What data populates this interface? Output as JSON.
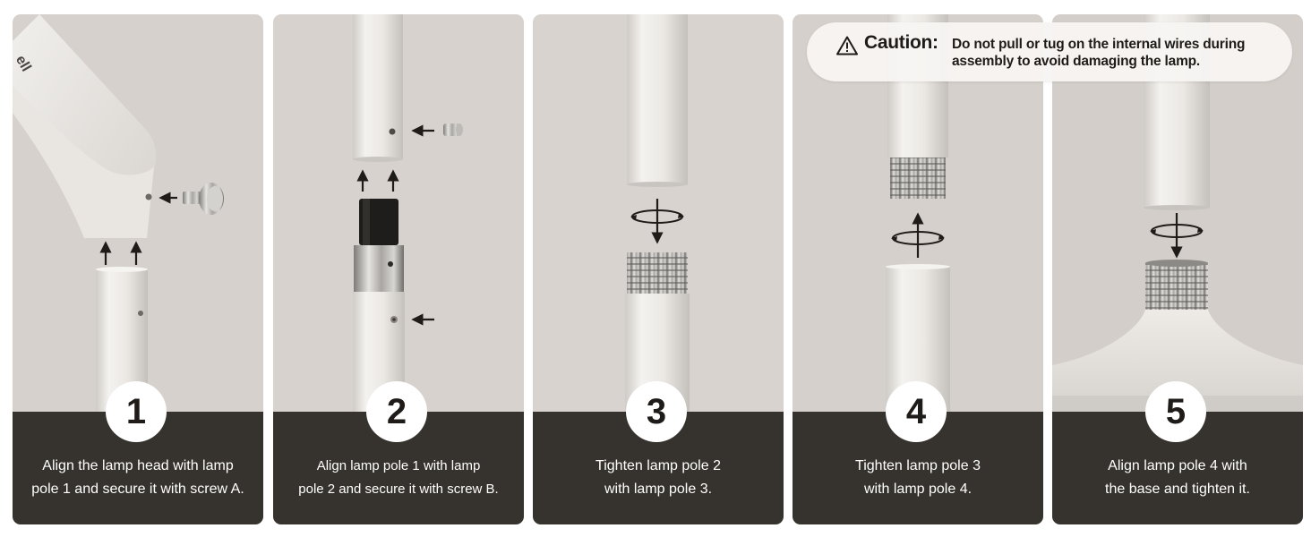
{
  "caution": {
    "icon": "warning-triangle-icon",
    "title": "Caution:",
    "line1": "Do not pull or tug on the internal wires during",
    "line2": "assembly to avoid damaging the lamp."
  },
  "colors": {
    "panel_bg": "#d9d4cf",
    "caption_bg": "#36322d",
    "badge_bg": "#ffffff",
    "caption_text": "#ffffff"
  },
  "steps": [
    {
      "number": "1",
      "line1": "Align the lamp head with lamp",
      "line2": "pole 1 and secure it with screw A."
    },
    {
      "number": "2",
      "line1": "Align lamp pole 1 with lamp",
      "line2": "pole 2 and secure it with screw B."
    },
    {
      "number": "3",
      "line1": "Tighten lamp pole 2",
      "line2": "with lamp pole 3."
    },
    {
      "number": "4",
      "line1": "Tighten lamp pole 3",
      "line2": "with lamp pole 4."
    },
    {
      "number": "5",
      "line1": "Align lamp pole 4 with",
      "line2": "the base and tighten it."
    }
  ]
}
